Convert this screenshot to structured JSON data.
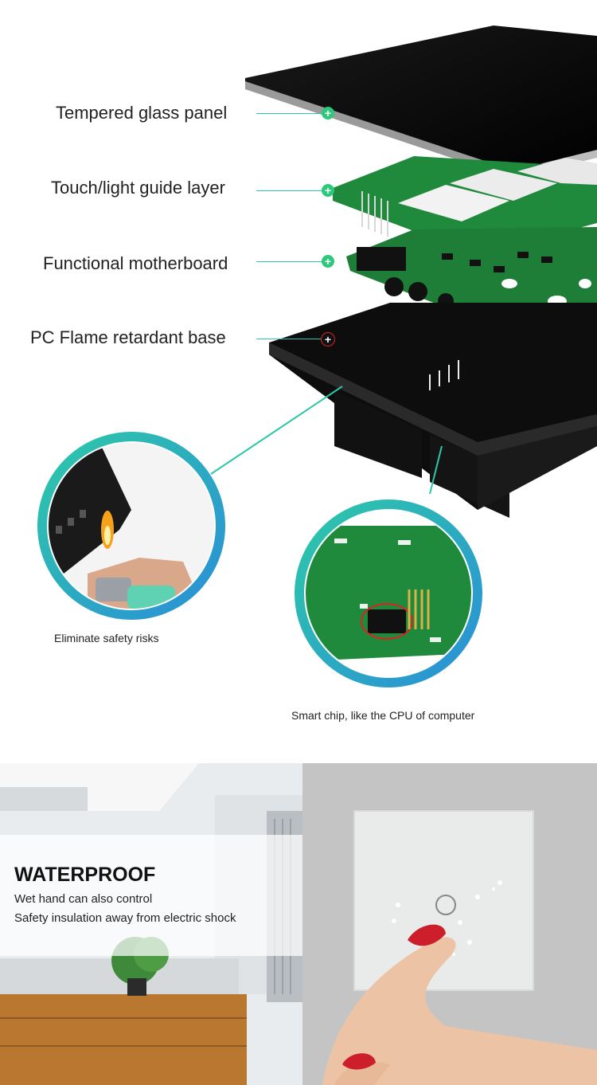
{
  "layers": [
    {
      "label": "Tempered glass panel"
    },
    {
      "label": "Touch/light guide layer"
    },
    {
      "label": "Functional motherboard"
    },
    {
      "label": "PC Flame retardant base"
    }
  ],
  "captions": {
    "left_circle": "Eliminate safety risks",
    "right_circle": "Smart chip, like the CPU of computer"
  },
  "waterproof": {
    "title": "WATERPROOF",
    "line1": "Wet hand can also control",
    "line2": "Safety insulation away from electric shock"
  },
  "colors": {
    "accent_teal": "#2ec8a8",
    "accent_blue": "#2a8fd8",
    "pcb_green": "#1f8a3c"
  }
}
